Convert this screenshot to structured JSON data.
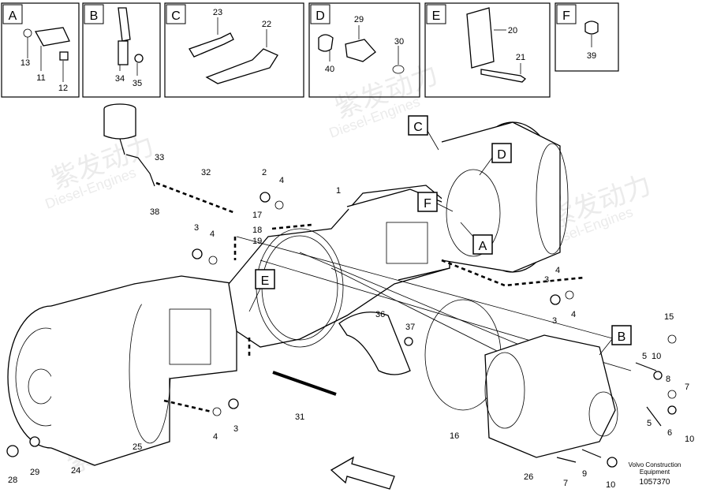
{
  "detail_panels": [
    {
      "letter": "A",
      "labels": [
        "13",
        "11",
        "12"
      ]
    },
    {
      "letter": "B",
      "labels": [
        "34",
        "35"
      ]
    },
    {
      "letter": "C",
      "labels": [
        "23",
        "22"
      ]
    },
    {
      "letter": "D",
      "labels": [
        "29",
        "30",
        "40"
      ]
    },
    {
      "letter": "E",
      "labels": [
        "20",
        "21"
      ]
    },
    {
      "letter": "F",
      "labels": [
        "39"
      ]
    }
  ],
  "view_letters": [
    "C",
    "D",
    "F",
    "A",
    "E",
    "B"
  ],
  "part_numbers": [
    "33",
    "38",
    "32",
    "2",
    "4",
    "17",
    "18",
    "19",
    "1",
    "3",
    "4",
    "3",
    "4",
    "36",
    "37",
    "3",
    "4",
    "15",
    "10",
    "5",
    "8",
    "7",
    "6",
    "5",
    "10",
    "9",
    "7",
    "10",
    "26",
    "16",
    "31",
    "25",
    "24",
    "28",
    "29",
    "4",
    "3"
  ],
  "watermark": {
    "brand": "紫发动力",
    "text": "Diesel-Engines"
  },
  "footer": {
    "line1": "Volvo Construction",
    "line2": "Equipment",
    "code": "1057370"
  }
}
